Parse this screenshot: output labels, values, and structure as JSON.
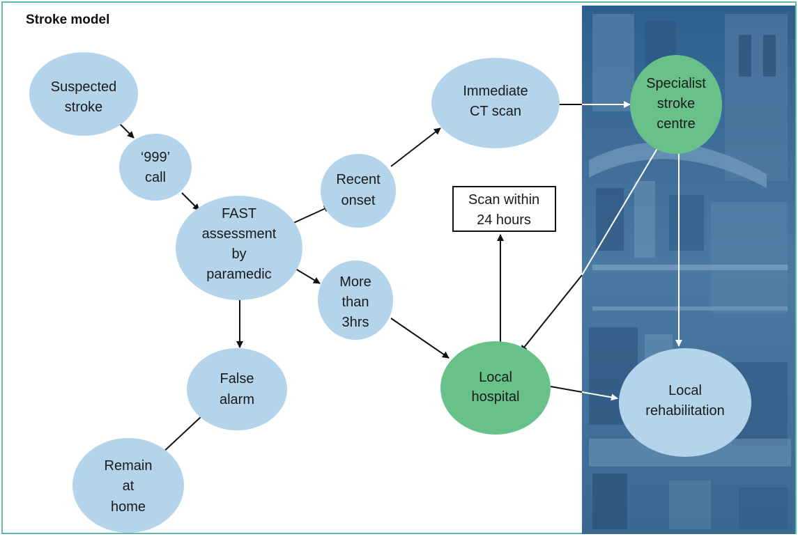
{
  "title": "Stroke model",
  "colors": {
    "node_blue": "#b3d4ea",
    "node_green": "#69c18a",
    "photo_panel": "#3e6e97",
    "frame_border": "#5fb8ab"
  },
  "nodes": {
    "suspected_stroke": [
      "Suspected",
      "stroke"
    ],
    "call_999": [
      "‘999’",
      "call"
    ],
    "fast_assessment": [
      "FAST",
      "assessment",
      "by",
      "paramedic"
    ],
    "recent_onset": [
      "Recent",
      "onset"
    ],
    "immediate_ct": [
      "Immediate",
      "CT scan"
    ],
    "specialist_centre": [
      "Specialist",
      "stroke",
      "centre"
    ],
    "more_than_3hrs": [
      "More",
      "than",
      "3hrs"
    ],
    "false_alarm": [
      "False",
      "alarm"
    ],
    "remain_home": [
      "Remain",
      "at",
      "home"
    ],
    "local_hospital": [
      "Local",
      "hospital"
    ],
    "local_rehab": [
      "Local",
      "rehabilitation"
    ],
    "scan_24": [
      "Scan within",
      "24 hours"
    ]
  },
  "background_photo": "hospital-building-photo"
}
